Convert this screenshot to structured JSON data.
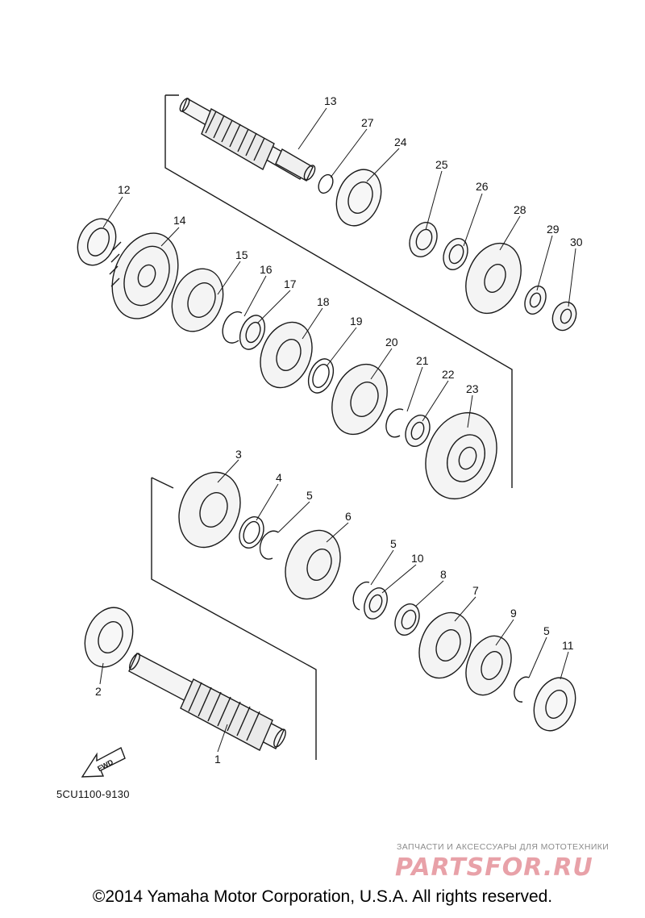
{
  "part_numbers": {
    "n1": "1",
    "n2": "2",
    "n3": "3",
    "n4": "4",
    "n5a": "5",
    "n5b": "5",
    "n5c": "5",
    "n6": "6",
    "n7": "7",
    "n8": "8",
    "n9": "9",
    "n10": "10",
    "n11": "11",
    "n12": "12",
    "n13": "13",
    "n14": "14",
    "n15": "15",
    "n16": "16",
    "n17": "17",
    "n18": "18",
    "n19": "19",
    "n20": "20",
    "n21": "21",
    "n22": "22",
    "n23": "23",
    "n24": "24",
    "n25": "25",
    "n26": "26",
    "n27": "27",
    "n28": "28",
    "n29": "29",
    "n30": "30"
  },
  "fwd_label": "FWD",
  "catalog_code": "5CU1100-9130",
  "watermark": {
    "tagline": "ЗАПЧАСТИ И АКСЕССУАРЫ ДЛЯ МОТОТЕХНИКИ",
    "logo": "PARTSFOR.RU"
  },
  "copyright": "©2014 Yamaha Motor Corporation, U.S.A. All rights reserved."
}
